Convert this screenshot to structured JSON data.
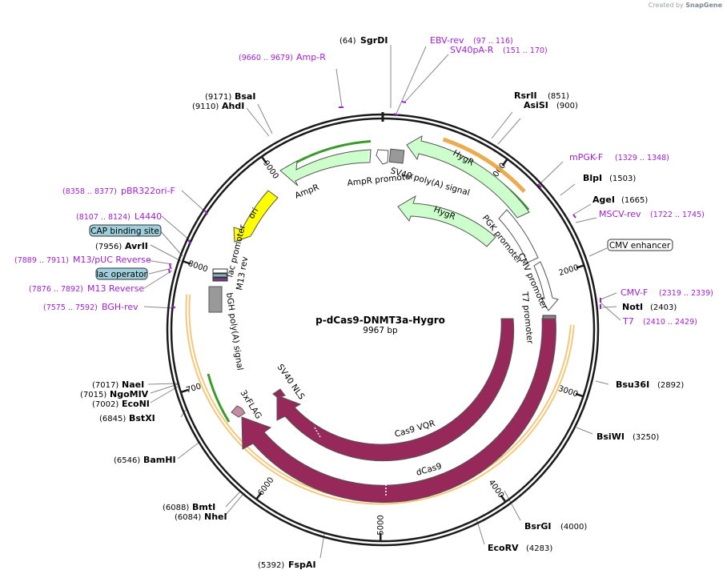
{
  "credit": {
    "prefix": "Created by",
    "brand": "SnapGene"
  },
  "plasmid": {
    "name": "p-dCas9-DNMT3a-Hygro",
    "length": "9967 bp",
    "total_bp": 9967
  },
  "ticks": [
    "1000",
    "2000",
    "3000",
    "4000",
    "5000",
    "6000",
    "7000",
    "8000",
    "9000"
  ],
  "sites": [
    {
      "name": "SgrDI",
      "pos": "(64)"
    },
    {
      "name": "RsrII",
      "pos": "(851)"
    },
    {
      "name": "AsiSI",
      "pos": "(900)"
    },
    {
      "name": "BlpI",
      "pos": "(1503)"
    },
    {
      "name": "AgeI",
      "pos": "(1665)"
    },
    {
      "name": "NotI",
      "pos": "(2403)"
    },
    {
      "name": "Bsu36I",
      "pos": "(2892)"
    },
    {
      "name": "BsiWI",
      "pos": "(3250)"
    },
    {
      "name": "BsrGI",
      "pos": "(4000)"
    },
    {
      "name": "EcoRV",
      "pos": "(4283)"
    },
    {
      "name": "FspAI",
      "pos": "(5392)"
    },
    {
      "name": "BmtI",
      "pos": "(6088)"
    },
    {
      "name": "NheI",
      "pos": "(6084)"
    },
    {
      "name": "BamHI",
      "pos": "(6546)"
    },
    {
      "name": "BstXI",
      "pos": "(6845)"
    },
    {
      "name": "NaeI",
      "pos": "(7017)"
    },
    {
      "name": "NgoMIV",
      "pos": "(7015)"
    },
    {
      "name": "EcoNI",
      "pos": "(7002)"
    },
    {
      "name": "AvrII",
      "pos": "(7956)"
    },
    {
      "name": "BsaI",
      "pos": "(9171)"
    },
    {
      "name": "AhdI",
      "pos": "(9110)"
    }
  ],
  "primers": [
    {
      "name": "Amp-R",
      "pos": "(9660 .. 9679)"
    },
    {
      "name": "EBV-rev",
      "pos": "(97 .. 116)"
    },
    {
      "name": "SV40pA-R",
      "pos": "(151 .. 170)"
    },
    {
      "name": "mPGK-F",
      "pos": "(1329 .. 1348)"
    },
    {
      "name": "MSCV-rev",
      "pos": "(1722 .. 1745)"
    },
    {
      "name": "CMV-F",
      "pos": "(2319 .. 2339)"
    },
    {
      "name": "T7",
      "pos": "(2410 .. 2429)"
    },
    {
      "name": "pBR322ori-F",
      "pos": "(8358 .. 8377)"
    },
    {
      "name": "L4440",
      "pos": "(8107 .. 8124)"
    },
    {
      "name": "M13/pUC Reverse",
      "pos": "(7889 .. 7911)"
    },
    {
      "name": "M13 Reverse",
      "pos": "(7876 .. 7892)"
    },
    {
      "name": "BGH-rev",
      "pos": "(7575 .. 7592)"
    }
  ],
  "boxed": [
    {
      "name": "CAP binding site"
    },
    {
      "name": "lac operator"
    },
    {
      "name": "CMV enhancer"
    }
  ],
  "features": [
    {
      "name": "AmpR promoter"
    },
    {
      "name": "SV40 poly(A) signal"
    },
    {
      "name": "AmpR"
    },
    {
      "name": "ori"
    },
    {
      "name": "HygR"
    },
    {
      "name": "HygR"
    },
    {
      "name": "PGK promoter"
    },
    {
      "name": "CMV promoter"
    },
    {
      "name": "T7 promoter"
    },
    {
      "name": "lac promoter"
    },
    {
      "name": "M13 rev"
    },
    {
      "name": "bGH poly(A) signal"
    },
    {
      "name": "SV40 NLS"
    },
    {
      "name": "3xFLAG"
    },
    {
      "name": "Cas9 VQR"
    },
    {
      "name": "dCas9"
    }
  ],
  "colors": {
    "backbone": "#1a1a1a",
    "cds_dark": "#96285a",
    "cds_light": "#ccffcc",
    "cds_outline_green": "#3a9a2a",
    "promoter": "#ffffff",
    "ori": "#ffff00",
    "orange_arc": "#e8a33c",
    "terminator": "#999999",
    "primer": "#a020d0",
    "misc_box": "#9ecfdc"
  }
}
